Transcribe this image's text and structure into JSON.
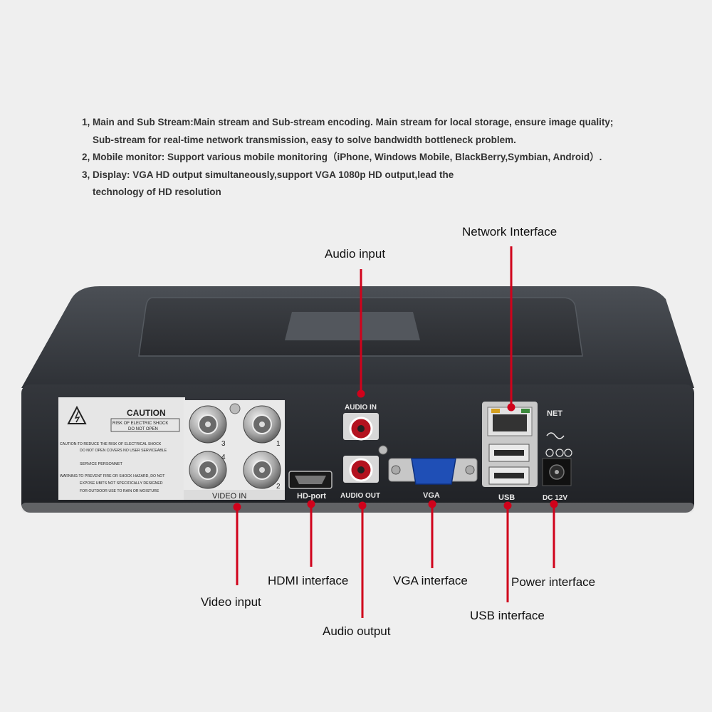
{
  "features": [
    {
      "line1": "1, Main and Sub Stream:Main stream and Sub-stream encoding. Main stream for local storage, ensure image quality;",
      "line2": "Sub-stream for real-time network transmission, easy to solve bandwidth bottleneck problem."
    },
    {
      "line1": "2, Mobile monitor: Support various mobile monitoring（iPhone, Windows Mobile, BlackBerry,Symbian, Android）."
    },
    {
      "line1": "3, Display: VGA HD output simultaneously,support VGA 1080p HD output,lead the",
      "line2": "technology of HD resolution"
    }
  ],
  "callouts": {
    "network_interface": "Network Interface",
    "audio_input": "Audio input",
    "video_input": "Video input",
    "hdmi_interface": "HDMI interface",
    "audio_output": "Audio output",
    "vga_interface": "VGA interface",
    "usb_interface": "USB interface",
    "power_interface": "Power interface"
  },
  "panel_labels": {
    "audio_in": "AUDIO IN",
    "audio_out": "AUDIO OUT",
    "hd_port": "HD-port",
    "vga": "VGA",
    "usb": "USB",
    "net": "NET",
    "dc": "DC 12V",
    "video_in": "VIDEO IN",
    "ch1": "1",
    "ch2": "2",
    "ch3": "3",
    "ch4": "4"
  },
  "caution_label": {
    "title": "CAUTION",
    "box_line1": "RISK OF ELECTRIC SHOCK",
    "box_line2": "DO NOT OPEN",
    "text1": "CAUTION:TO REDUCE THE RISK OF ELECTRICAL SHOCK",
    "text2": "DO NOT OPEN COVERS NO USER SERVICEABLE",
    "text3": "SERVICE PERSONNET",
    "text4": "WARNING:TO PREVENT FIRE OR SHOCK HAZARD, DO NOT",
    "text5": "EXPOSE UBITS NOT SPECIFICALLY DESIGNED",
    "text6": "FOR OUTDOOR USE TO RAIN OR MOISTURE"
  },
  "colors": {
    "callout_line": "#d0021b",
    "device_body": "#2c2f33",
    "background": "#efefef"
  }
}
